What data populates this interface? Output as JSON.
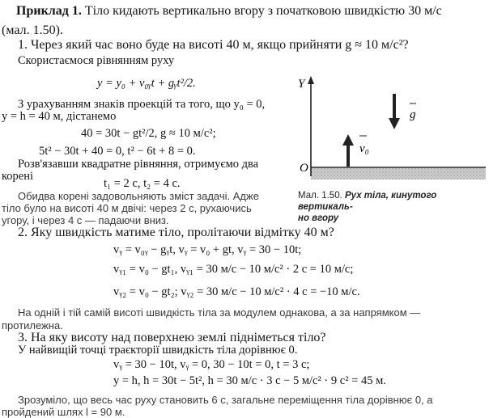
{
  "example": {
    "title": "Приклад 1.",
    "statement": "Тіло кидають вертикально вгору з початковою швидкістю 30 м/с",
    "ref": "(мал. 1.50)."
  },
  "q1": {
    "question": "1. Через який час воно буде на висоті 40 м, якщо прийняти g ≈ 10 м/с²?",
    "intro": "Скористаємося рівнянням руху",
    "eq_motion": "y = y₀ + v₀ᵧt + gᵧt²/2.",
    "note_a": "З урахуванням знаків проекцій та того, що y₀ = 0,",
    "note_b": "y = h = 40 м, дістанемо",
    "eq_a": "40 = 30t − gt²/2,  g ≈ 10 м/с²;",
    "eq_b": "5t² − 30t + 40 = 0,  t² − 6t + 8 = 0.",
    "solve_a": "Розв'язавши квадратне рівняння, отримуємо два",
    "solve_b": "корені",
    "roots": "t₁ = 2 с,  t₂ = 4 с.",
    "conclusion_a": "Обидва корені задовольняють зміст задачі. Адже",
    "conclusion_b": "тіло було на висоті 40 м двічі: через 2 с, рухаючись",
    "conclusion_c": "угору, і через 4 с — падаючи вниз."
  },
  "figure": {
    "axis_y": "Y",
    "origin": "O",
    "vec_g": "g",
    "vec_v0": "v₀",
    "caption_num": "Мал. 1.50.",
    "caption_title_a": "Рух тіла, кинутого вертикаль-",
    "caption_title_b": "но вгору"
  },
  "q2": {
    "question": "2. Яку швидкість матиме тіло, пролітаючи відмітку 40 м?",
    "row1": "vᵧ = v₀ᵧ − gᵧt,      vᵧ = v₀ + gt,      vᵧ = 30 − 10t;",
    "row2": "vᵧ₁ = v₀ − gt₁,      vᵧ₁ = 30 м/с − 10 м/с² · 2 с = 10 м/с;",
    "row3": "vᵧ₂ = v₀ − gt₂;      vᵧ₂ = 30 м/с − 10 м/с² · 4 с = −10 м/с.",
    "conclusion_a": "На одній і тій самій висоті швидкість тіла за модулем однакова, а за напрямком —",
    "conclusion_b": "протилежна."
  },
  "q3": {
    "question": "3. На яку висоту над поверхнею землі підніметься тіло?",
    "intro": "У найвищій точці траєкторії швидкість тіла дорівнює 0.",
    "row1": "vᵧ = 30 − 10t,      vᵧ = 0,   30 − 10t = 0,      t = 3 с;",
    "row2": "y = h,      h = 30t − 5t²,      h = 30 м/с · 3 с − 5 м/с² · 9 с² = 45 м.",
    "conclusion_a": "Зрозуміло, що весь час руху становить 6 с, загальне переміщення тіла дорівнює 0, а",
    "conclusion_b": "пройдений шлях l = 90 м."
  }
}
